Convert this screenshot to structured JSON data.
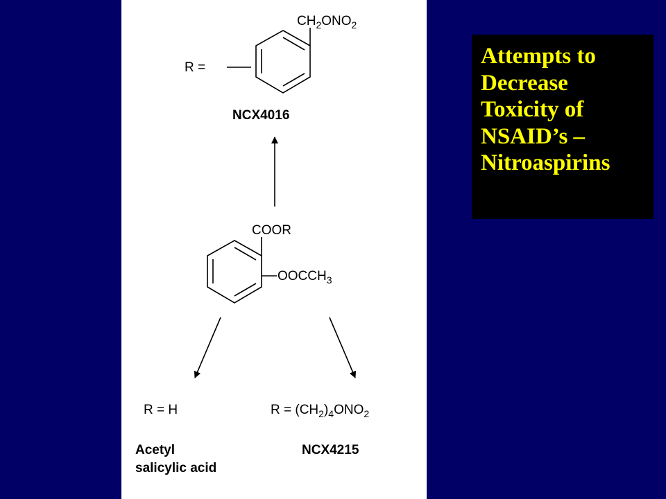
{
  "title": {
    "lines": [
      "Attempts to",
      "Decrease",
      "Toxicity of",
      "NSAID’s –",
      "Nitroaspirins"
    ]
  },
  "diagram": {
    "top": {
      "r_prefix": "R =",
      "substituent_main": "CH",
      "substituent_sub1": "2",
      "substituent_mid": "ONO",
      "substituent_sub2": "2",
      "name": "NCX4016"
    },
    "center": {
      "group_top": "COOR",
      "group_right_main": "OOCCH",
      "group_right_sub": "3"
    },
    "left": {
      "formula": "R = H",
      "name_line1": "Acetyl",
      "name_line2": "salicylic acid"
    },
    "right": {
      "f_a": "R = (CH",
      "f_sub1": "2",
      "f_b": ")",
      "f_sub2": "4",
      "f_c": "ONO",
      "f_sub3": "2",
      "name": "NCX4215"
    }
  },
  "colors": {
    "background": "#000066",
    "panel": "#ffffff",
    "title_box": "#000000",
    "title_text": "#ffff00"
  }
}
